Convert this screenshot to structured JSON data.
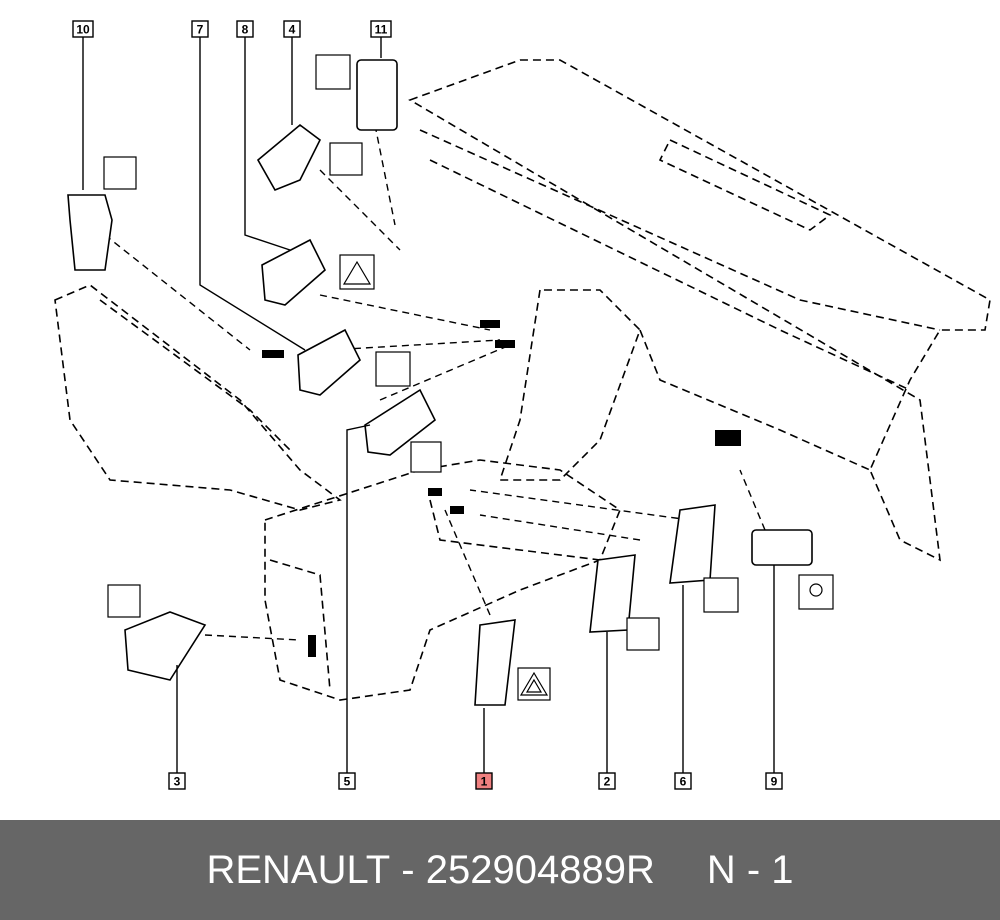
{
  "diagram": {
    "callouts": [
      {
        "id": "10",
        "label": "10"
      },
      {
        "id": "7",
        "label": "7"
      },
      {
        "id": "8",
        "label": "8"
      },
      {
        "id": "4",
        "label": "4"
      },
      {
        "id": "11",
        "label": "11"
      },
      {
        "id": "3",
        "label": "3"
      },
      {
        "id": "5",
        "label": "5"
      },
      {
        "id": "1",
        "label": "1",
        "highlighted": true
      },
      {
        "id": "2",
        "label": "2"
      },
      {
        "id": "6",
        "label": "6"
      },
      {
        "id": "9",
        "label": "9"
      }
    ],
    "highlight_color": "#f08080",
    "symbols": [
      "seat-heater-icon",
      "headlamp-level-icon",
      "lighting-icon",
      "warning-triangle-icon",
      "parking-sensor-icon",
      "sound-icon",
      "child-lock-icon",
      "hazard-icon",
      "wiper-icon",
      "interior-light-icon"
    ]
  },
  "footer": {
    "brand": "RENAULT",
    "separator": " - ",
    "part_number": "252904889R",
    "quantity": "N - 1"
  }
}
